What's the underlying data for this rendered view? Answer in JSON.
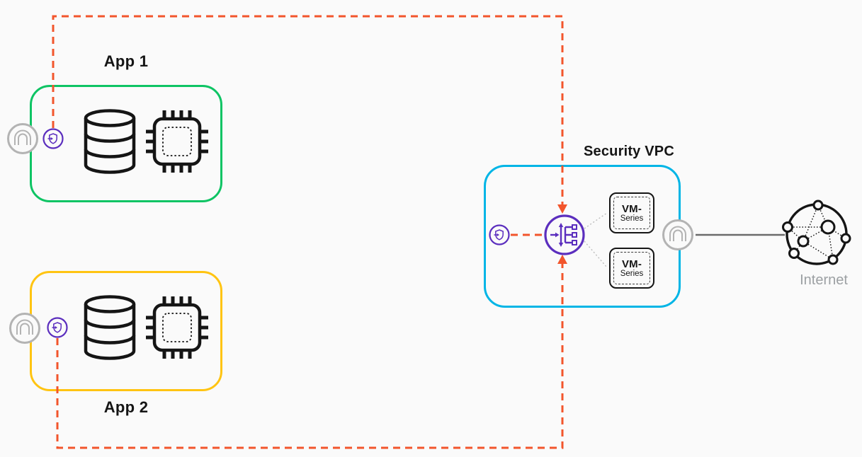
{
  "diagram": {
    "app1": {
      "label": "App 1"
    },
    "app2": {
      "label": "App 2"
    },
    "security_vpc": {
      "label": "Security VPC"
    },
    "vm_series_1": {
      "line1": "VM-",
      "line2": "Series"
    },
    "vm_series_2": {
      "line1": "VM-",
      "line2": "Series"
    },
    "internet": {
      "label": "Internet"
    },
    "icons": {
      "app1_interface": "network-interface-icon",
      "app1_endpoint": "gwlb-endpoint-icon",
      "app1_database": "database-icon",
      "app1_chip": "compute-chip-icon",
      "app2_interface": "network-interface-icon",
      "app2_endpoint": "gwlb-endpoint-icon",
      "app2_database": "database-icon",
      "app2_chip": "compute-chip-icon",
      "vpc_endpoint": "gwlb-endpoint-icon",
      "gateway_load_balancer": "gateway-load-balancer-icon",
      "internet_gateway": "network-interface-icon",
      "internet_globe": "internet-globe-icon"
    },
    "colors": {
      "app1_border": "#0EC464",
      "app2_border": "#FFC412",
      "security_vpc_border": "#00B5E6",
      "traffic_dashed_line": "#F2552C",
      "endpoint_purple": "#5B2EBE",
      "neutral_gray_icon": "#B3B3B3",
      "internet_line_gray": "#6B6B6B",
      "icon_black": "#151515",
      "internet_label_gray": "#9CA0A3",
      "background": "#FAFAFA"
    }
  }
}
